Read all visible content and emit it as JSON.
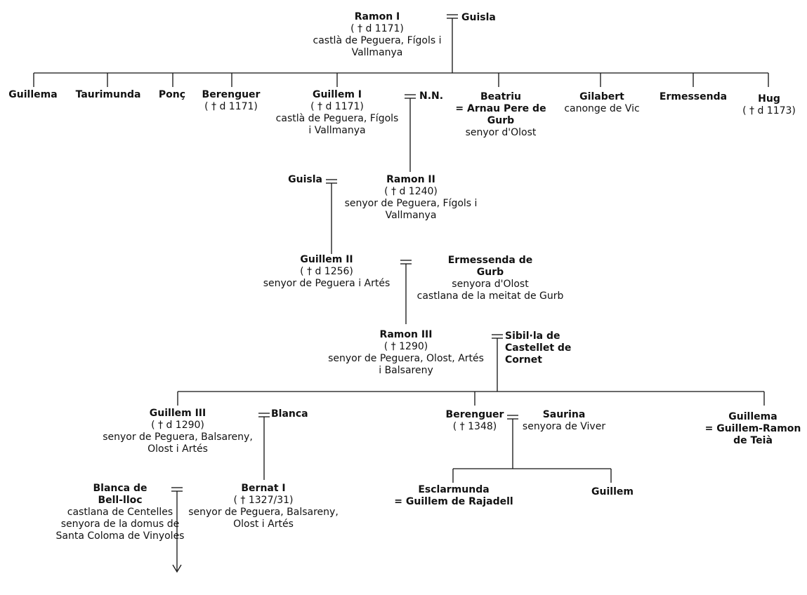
{
  "tree": {
    "ramon1": {
      "name": "Ramon I",
      "lines": [
        "( † d 1171)",
        "castlà de Peguera, Fígols i",
        "Vallmanya"
      ]
    },
    "guisla1": {
      "name": "Guisla"
    },
    "guillema1": {
      "name": "Guillema"
    },
    "taurimunda": {
      "name": "Taurimunda"
    },
    "ponc": {
      "name": "Ponç"
    },
    "berenguer1": {
      "name": "Berenguer",
      "lines": [
        "( † d 1171)"
      ]
    },
    "guillem1": {
      "name": "Guillem I",
      "lines": [
        "( † d 1171)",
        "castlà de Peguera, Fígols",
        "i Vallmanya"
      ]
    },
    "nn": {
      "name": "N.N."
    },
    "beatriu": {
      "name": "Beatriu",
      "spouse": "Arnau Pere de",
      "spouse2": "Gurb",
      "lines": [
        "senyor d'Olost"
      ]
    },
    "gilabert": {
      "name": "Gilabert",
      "lines": [
        "canonge de Vic"
      ]
    },
    "ermessenda1": {
      "name": "Ermessenda"
    },
    "hug": {
      "name": "Hug",
      "lines": [
        "( † d 1173)"
      ]
    },
    "guisla2": {
      "name": "Guisla"
    },
    "ramon2": {
      "name": "Ramon II",
      "lines": [
        "( † d 1240)",
        "senyor de Peguera, Fígols i",
        "Vallmanya"
      ]
    },
    "guillem2": {
      "name": "Guillem II",
      "lines": [
        "( † d 1256)",
        "senyor de Peguera i Artés"
      ]
    },
    "ermessenda2": {
      "name": "Ermessenda de",
      "name2": "Gurb",
      "lines": [
        "senyora d'Olost",
        "castlana de la meitat de Gurb"
      ]
    },
    "ramon3": {
      "name": "Ramon III",
      "lines": [
        "( † 1290)",
        "senyor de Peguera, Olost, Artés",
        "i Balsareny"
      ]
    },
    "sibilla": {
      "name": "Sibil·la de",
      "name2": "Castellet de",
      "name3": "Cornet"
    },
    "guillem3": {
      "name": "Guillem III",
      "lines": [
        "( † d 1290)",
        "senyor de Peguera, Balsareny,",
        "Olost i Artés"
      ]
    },
    "blanca": {
      "name": "Blanca"
    },
    "berenguer2": {
      "name": "Berenguer",
      "lines": [
        "( † 1348)"
      ]
    },
    "saurina": {
      "name": "Saurina",
      "lines": [
        "senyora de Viver"
      ]
    },
    "guillema2": {
      "name": "Guillema",
      "spouse": "Guillem-Ramon",
      "spouse2": "de Teià"
    },
    "blancabell": {
      "name": "Blanca de",
      "name2": "Bell-lloc",
      "lines": [
        "castlana de Centelles",
        "senyora de la domus de",
        "Santa Coloma de Vinyoles"
      ]
    },
    "bernat1": {
      "name": "Bernat I",
      "lines": [
        "( † 1327/31)",
        "senyor de Peguera, Balsareny,",
        "Olost i Artés"
      ]
    },
    "esclarmunda": {
      "name": "Esclarmunda",
      "spouse": "Guillem de Rajadell"
    },
    "guillem4": {
      "name": "Guillem"
    }
  }
}
